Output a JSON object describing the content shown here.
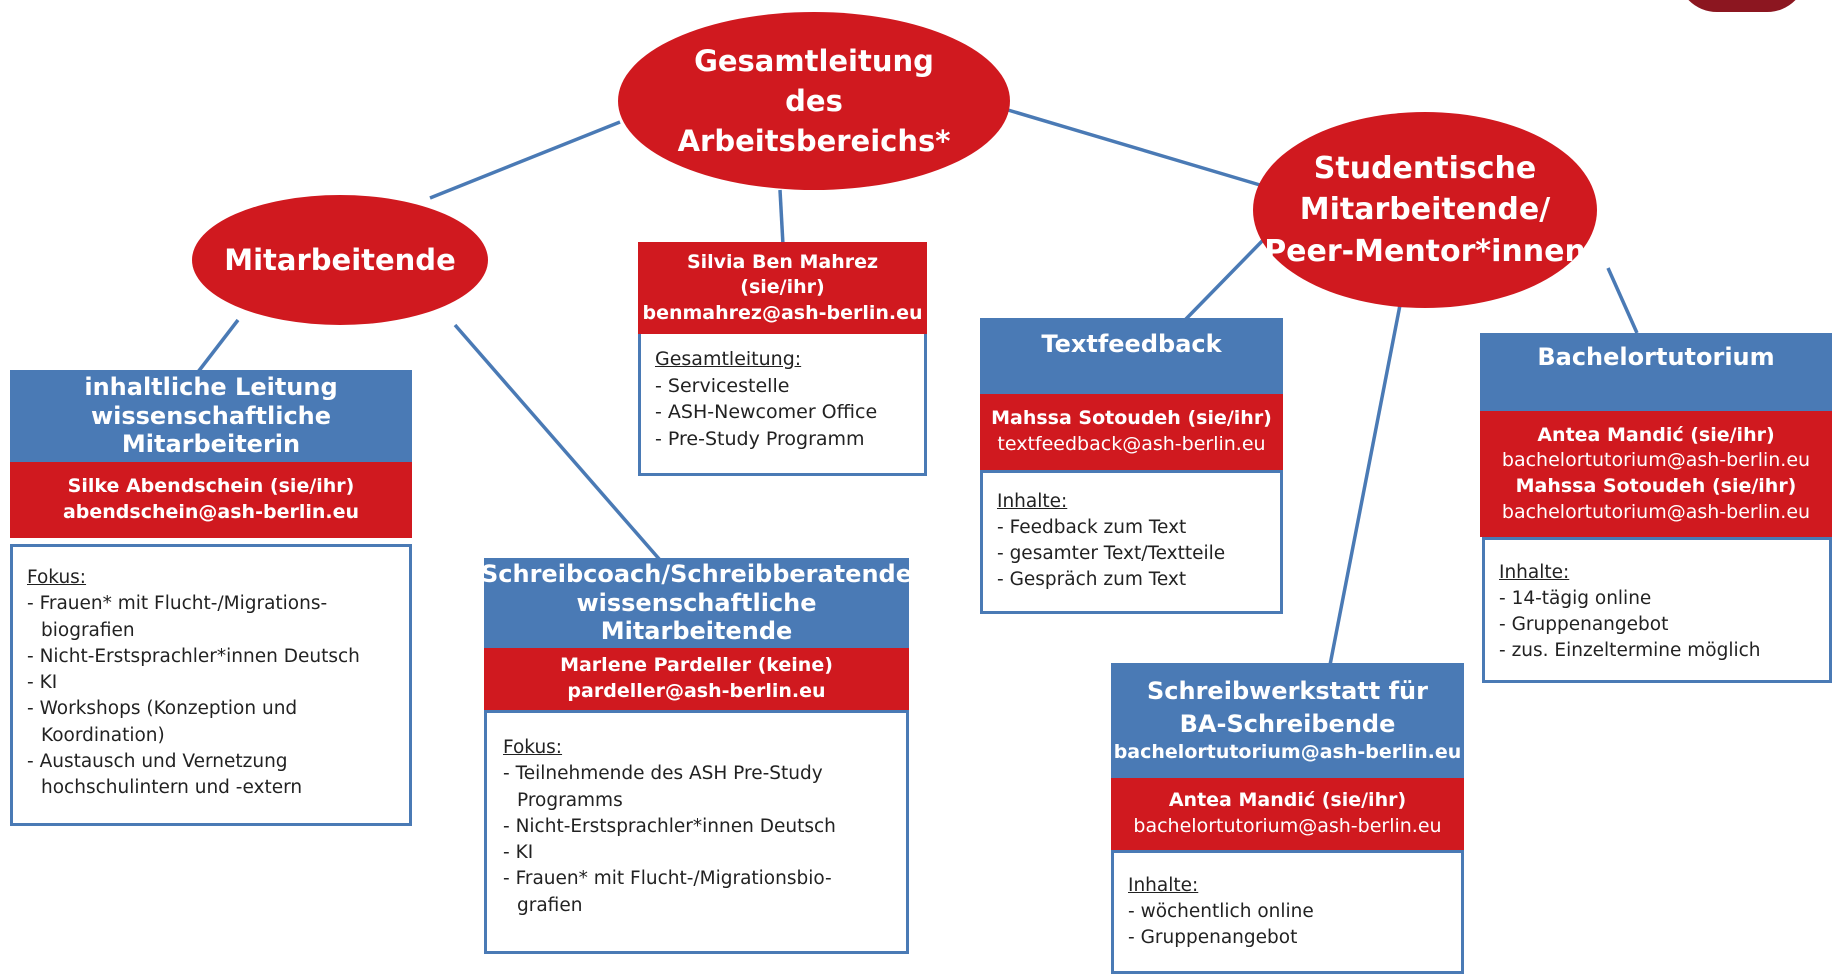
{
  "colors": {
    "red": "#d0191f",
    "blue": "#4a7ab5",
    "line": "#4a7ab5"
  },
  "ovals": {
    "top": "Gesamtleitung\ndes\nArbeitsbereichs*",
    "left": "Mitarbeitende",
    "right": "Studentische\nMitarbeitende/\nPeer-Mentor*innen"
  },
  "silvia": {
    "name": "Silvia Ben Mahrez",
    "pronoun": "(sie/ihr)",
    "email": "benmahrez@ash-berlin.eu",
    "label": "Gesamtleitung:",
    "items": [
      "Servicestelle",
      "ASH-Newcomer Office",
      "Pre-Study Programm"
    ]
  },
  "silke": {
    "heading1": "inhaltliche Leitung",
    "heading2": "wissenschaftliche Mitarbeiterin",
    "name": "Silke Abendschein (sie/ihr)",
    "email": "abendschein@ash-berlin.eu",
    "label": "Fokus:",
    "items": [
      "Frauen* mit Flucht-/Migrations-biografien",
      "Nicht-Erstsprachler*innen Deutsch",
      "KI",
      "Workshops (Konzeption und Koordination)",
      "Austausch und Vernetzung hochschulintern und -extern"
    ]
  },
  "marlene": {
    "heading1": "Schreibcoach/Schreibberatende",
    "heading2": "wissenschaftliche Mitarbeitende",
    "name": "Marlene Pardeller (keine)",
    "email": "pardeller@ash-berlin.eu",
    "label": "Fokus:",
    "items": [
      "Teilnehmende des ASH Pre-Study Programms",
      "Nicht-Erstsprachler*innen Deutsch",
      "KI",
      "Frauen* mit Flucht-/Migrationsbio-grafien"
    ]
  },
  "textfeedback": {
    "heading": "Textfeedback",
    "name": "Mahssa Sotoudeh (sie/ihr)",
    "email": "textfeedback@ash-berlin.eu",
    "label": "Inhalte:",
    "items": [
      "Feedback zum Text",
      "gesamter Text/Textteile",
      "Gespräch zum Text"
    ]
  },
  "schreibwerkstatt": {
    "heading1": "Schreibwerkstatt für",
    "heading2": "BA-Schreibende",
    "heading_email": "bachelortutorium@ash-berlin.eu",
    "name": "Antea Mandić (sie/ihr)",
    "email": "bachelortutorium@ash-berlin.eu",
    "label": "Inhalte:",
    "items": [
      "wöchentlich online",
      "Gruppenangebot"
    ]
  },
  "bachelortutorium": {
    "heading": "Bachelortutorium",
    "name1": "Antea Mandić (sie/ihr)",
    "email1": "bachelortutorium@ash-berlin.eu",
    "name2": "Mahssa Sotoudeh (sie/ihr)",
    "email2": "bachelortutorium@ash-berlin.eu",
    "label": "Inhalte:",
    "items": [
      "14-tägig online",
      "Gruppenangebot",
      "zus. Einzeltermine möglich"
    ]
  }
}
